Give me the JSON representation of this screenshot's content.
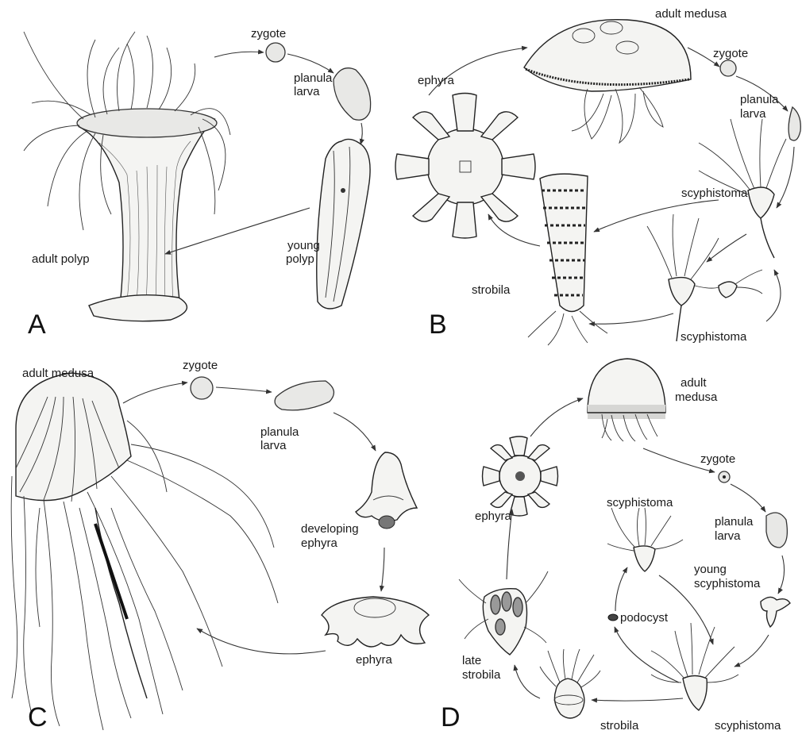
{
  "panels": {
    "A": {
      "letter": "A",
      "labels": {
        "zygote": "zygote",
        "planula": [
          "planula",
          "larva"
        ],
        "young_polyp": [
          "young",
          "polyp"
        ],
        "adult_polyp": "adult polyp"
      }
    },
    "B": {
      "letter": "B",
      "labels": {
        "adult_medusa": "adult medusa",
        "zygote": "zygote",
        "planula": [
          "planula",
          "larva"
        ],
        "ephyra": "ephyra",
        "scyphistoma_1": "scyphistoma",
        "strobila": "strobila",
        "scyphistoma_2": "scyphistoma"
      }
    },
    "C": {
      "letter": "C",
      "labels": {
        "adult_medusa": "adult medusa",
        "zygote": "zygote",
        "planula": [
          "planula",
          "larva"
        ],
        "developing_ephyra": [
          "developing",
          "ephyra"
        ],
        "ephyra": "ephyra"
      }
    },
    "D": {
      "letter": "D",
      "labels": {
        "adult_medusa": [
          "adult",
          "medusa"
        ],
        "zygote": "zygote",
        "ephyra": "ephyra",
        "scyphistoma_top": "scyphistoma",
        "planula": [
          "planula",
          "larva"
        ],
        "young_scyphistoma": [
          "young",
          "scyphistoma"
        ],
        "podocyst": "podocyst",
        "late_strobila": [
          "late",
          "strobila"
        ],
        "strobila": "strobila",
        "scyphistoma_bottom": "scyphistoma"
      }
    }
  }
}
